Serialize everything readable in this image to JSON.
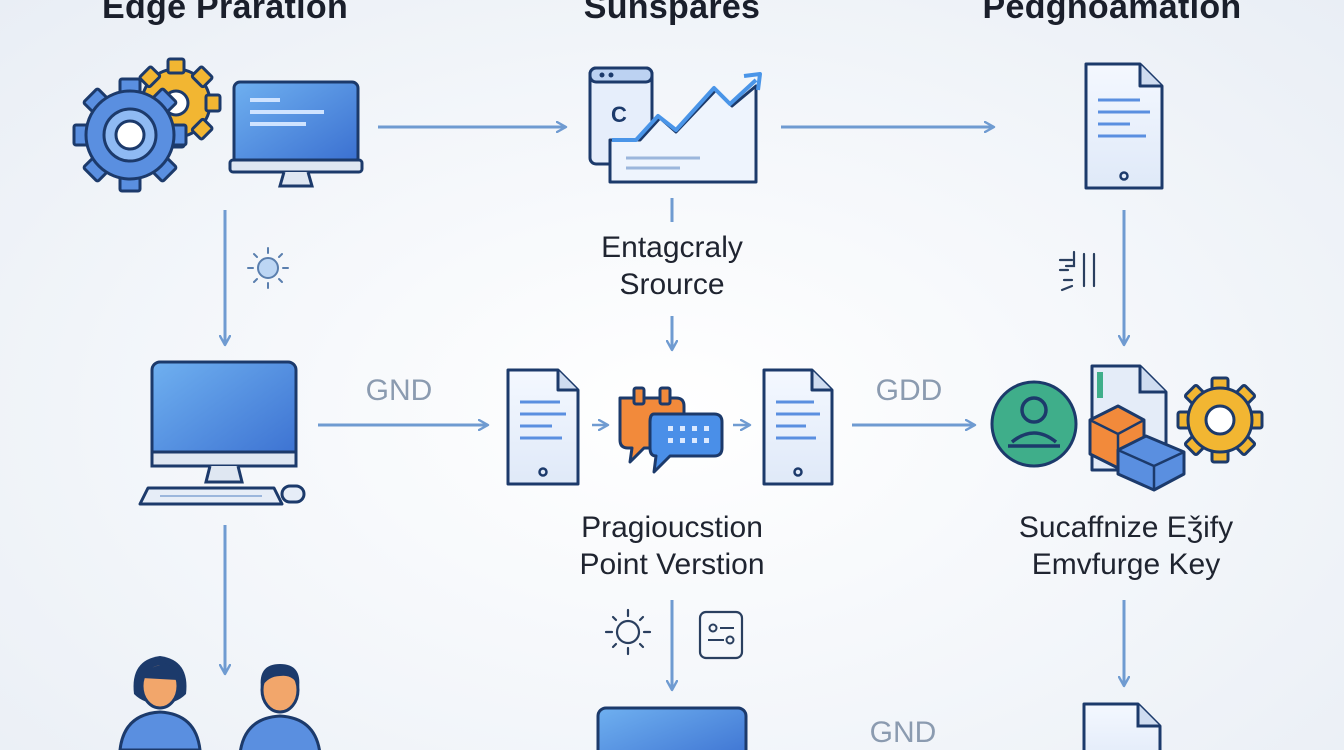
{
  "columns": {
    "left_title": "Edge Praration",
    "middle_title": "Sunspares",
    "right_title": "Pedgnoamation"
  },
  "labels": {
    "middle_upper_line1": "Entagcraly",
    "middle_upper_line2": "Srource",
    "middle_lower_line1": "Pragioucstion",
    "middle_lower_line2": "Point Verstion",
    "right_lower_line1": "Sucaffnize Eǯify",
    "right_lower_line2": "Emvfurge Key"
  },
  "edge_labels": {
    "left_to_middle": "GND",
    "middle_to_right": "GDD",
    "bottom": "GND"
  },
  "colors": {
    "arrow": "#6f9bd1",
    "icon_blue": "#4a7fd0",
    "icon_navy": "#1c3a6b",
    "icon_orange": "#f28a3b",
    "icon_yellow": "#f2b632",
    "icon_green": "#3fae8a"
  }
}
